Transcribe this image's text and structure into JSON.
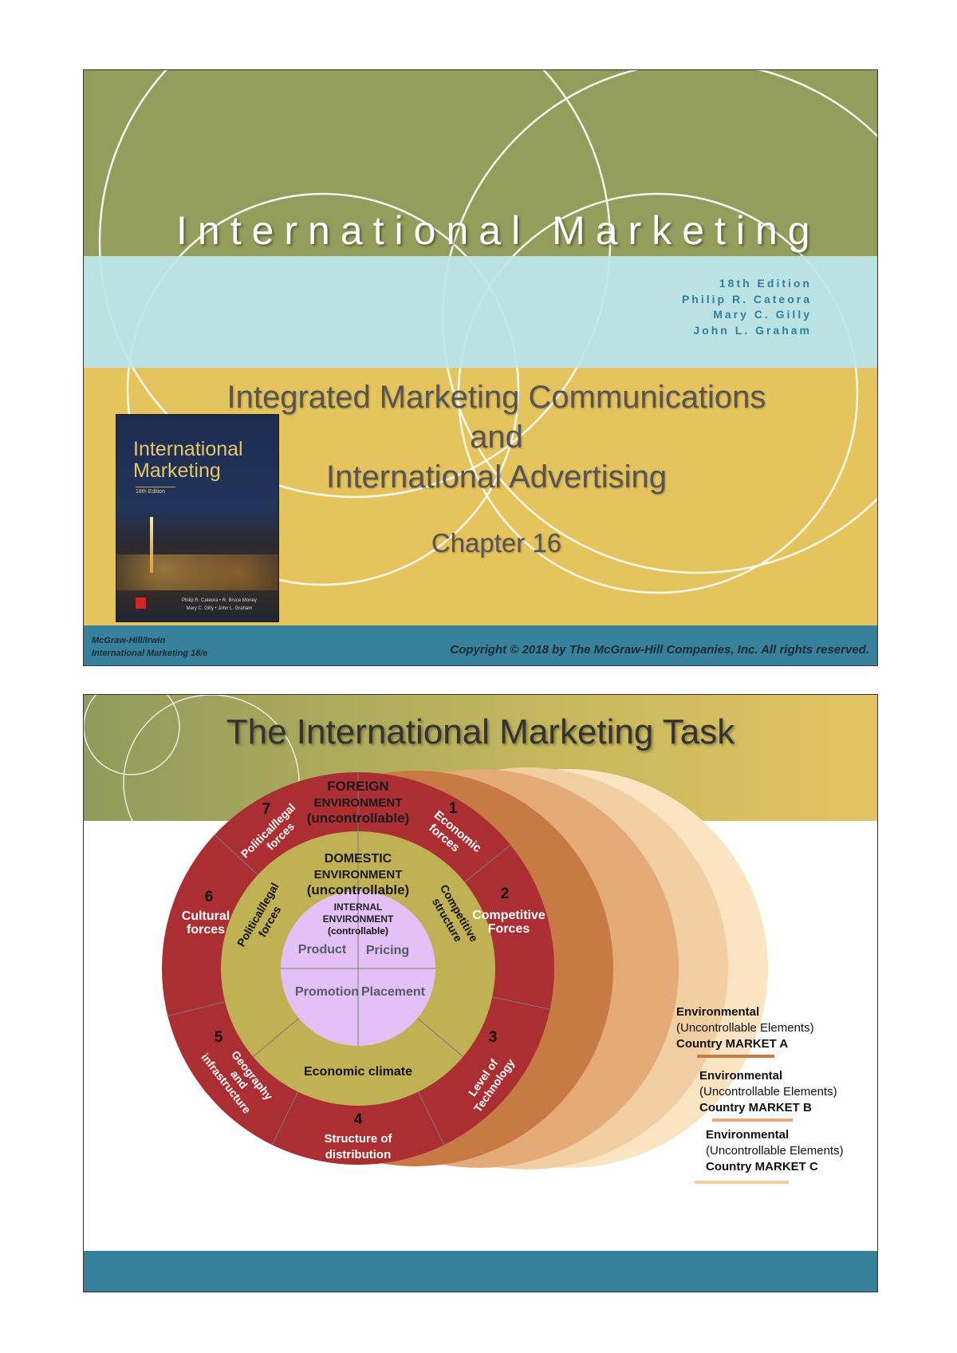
{
  "slide1": {
    "title": "International Marketing",
    "edition": "18th Edition",
    "authors": [
      "Philip R. Cateora",
      "Mary C. Gilly",
      "John L. Graham"
    ],
    "subtitle": [
      "Integrated Marketing Communications",
      "and",
      "International Advertising"
    ],
    "chapter": "Chapter 16",
    "cover": {
      "title_line1": "International",
      "title_line2": "Marketing",
      "edition": "18th Edition",
      "authors_line1": "Philip R. Cateora • R. Bruce Money",
      "authors_line2": "Mary C. Gilly • John L. Graham"
    },
    "footer_left": [
      "McGraw-Hill/Irwin",
      "International Marketing 18/e"
    ],
    "footer_right": "Copyright © 2018 by The McGraw-Hill Companies, Inc. All rights reserved."
  },
  "slide2": {
    "title": "The International Marketing Task",
    "foreign": [
      "FOREIGN",
      "ENVIRONMENT",
      "(uncontrollable)"
    ],
    "domestic": [
      "DOMESTIC",
      "ENVIRONMENT",
      "(uncontrollable)"
    ],
    "internal": [
      "INTERNAL",
      "ENVIRONMENT",
      "(controllable)"
    ],
    "mix": [
      "Product",
      "Pricing",
      "Promotion",
      "Placement"
    ],
    "forces": [
      {
        "num": "1",
        "label": [
          "Economic",
          "forces"
        ]
      },
      {
        "num": "2",
        "label": [
          "Competitive",
          "Forces"
        ]
      },
      {
        "num": "3",
        "label": [
          "Level of",
          "Technology"
        ]
      },
      {
        "num": "4",
        "label": [
          "Structure of",
          "distribution"
        ]
      },
      {
        "num": "5",
        "label": [
          "Geography",
          "and",
          "infrastructure"
        ]
      },
      {
        "num": "6",
        "label": [
          "Cultural",
          "forces"
        ]
      },
      {
        "num": "7",
        "label": [
          "Political/legal",
          "forces"
        ]
      }
    ],
    "domestic_forces": {
      "political": [
        "Political/legal",
        "forces"
      ],
      "competitive": [
        "Competitive",
        "structure"
      ],
      "economic": "Economic climate"
    },
    "markets": [
      {
        "line1": "Environmental",
        "line2": "(Uncontrollable Elements)",
        "line3": "Country MARKET A"
      },
      {
        "line1": "Environmental",
        "line2": "(Uncontrollable Elements)",
        "line3": "Country MARKET B"
      },
      {
        "line1": "Environmental",
        "line2": "(Uncontrollable Elements)",
        "line3": "Country MARKET C"
      }
    ]
  },
  "colors": {
    "olive": "#939e5c",
    "cyan": "#bbe3e3",
    "yellow": "#e5c35d",
    "blue": "#37819d",
    "red": "#a92e31",
    "olive_ring": "#c0b154",
    "lavender": "#e3c0f5"
  }
}
